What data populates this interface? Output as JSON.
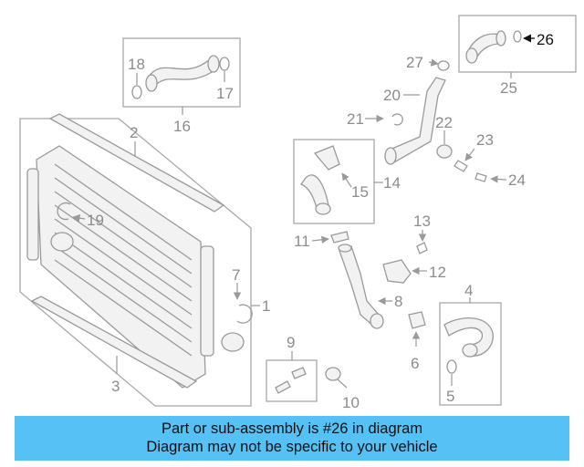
{
  "highlight_color": "#56c1f4",
  "callouts": {
    "c1": "1",
    "c2": "2",
    "c3": "3",
    "c4": "4",
    "c5": "5",
    "c6": "6",
    "c7": "7",
    "c8": "8",
    "c9": "9",
    "c10": "10",
    "c11": "11",
    "c12": "12",
    "c13": "13",
    "c14": "14",
    "c15": "15",
    "c16": "16",
    "c17": "17",
    "c18": "18",
    "c19": "19",
    "c20": "20",
    "c21": "21",
    "c22": "22",
    "c23": "23",
    "c24": "24",
    "c25": "25",
    "c26": "26",
    "c27": "27"
  },
  "highlighted_part": "26",
  "banner": {
    "line1": "Part or sub-assembly is #26 in diagram",
    "line2": "Diagram may not be specific to your vehicle"
  }
}
